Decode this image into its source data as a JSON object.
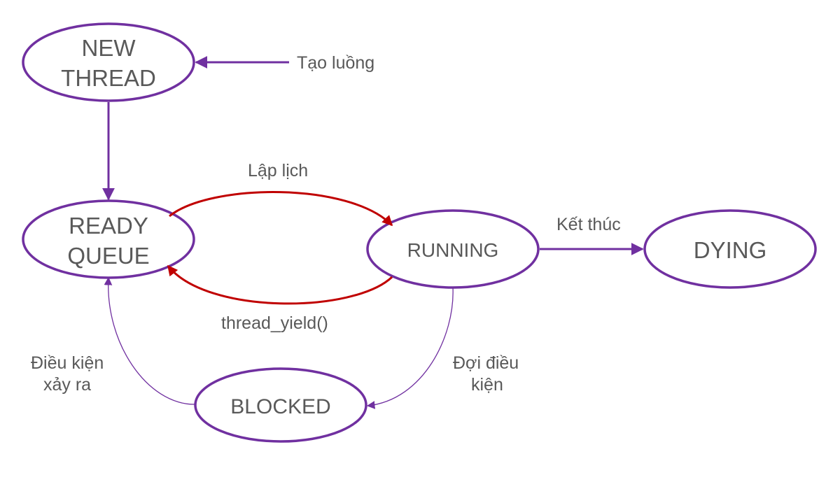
{
  "colors": {
    "state_stroke": "#7030a0",
    "edge_purple": "#7030a0",
    "edge_red": "#c00000",
    "text": "#595959"
  },
  "states": {
    "new_thread": {
      "line1": "NEW",
      "line2": "THREAD"
    },
    "ready_queue": {
      "line1": "READY",
      "line2": "QUEUE"
    },
    "running": {
      "label": "RUNNING"
    },
    "dying": {
      "label": "DYING"
    },
    "blocked": {
      "label": "BLOCKED"
    }
  },
  "edges": {
    "create": "Tạo luồng",
    "schedule": "Lập lịch",
    "yield": "thread_yield()",
    "finish": "Kết thúc",
    "wait_condition": {
      "line1": "Đợi điều",
      "line2": "kiện"
    },
    "condition_met": {
      "line1": "Điều kiện",
      "line2": "xảy ra"
    }
  }
}
